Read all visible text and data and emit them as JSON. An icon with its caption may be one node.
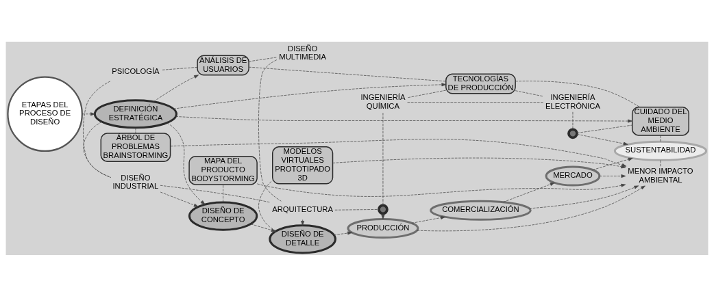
{
  "diagram": {
    "nodes": [
      {
        "text": [
          "ETAPAS DEL PROCESO DE DISEÑO"
        ]
      },
      {
        "text": [
          "DEFINICIÓN ESTRATÉGICA"
        ]
      },
      {
        "text": [
          "DISEÑO DE CONCEPTO"
        ]
      },
      {
        "text": [
          "DISEÑO DE DETALLE"
        ]
      },
      {
        "text": [
          "PRODUCCIÓN"
        ]
      },
      {
        "text": [
          "COMERCIALIZACIÓN"
        ]
      },
      {
        "text": [
          "MERCADO"
        ]
      },
      {
        "text": [
          "SUSTENTABILIDAD"
        ]
      },
      {
        "text": [
          "ÁRBOL DE PROBLEMAS",
          "BRAINSTORMING"
        ]
      },
      {
        "text": [
          "MAPA DEL PRODUCTO",
          "BODYSTORMING"
        ]
      },
      {
        "text": [
          "MODELOS VIRTUALES",
          "PROTOTIPADO 3D"
        ]
      },
      {
        "text": [
          "MENOR IMPACTO AMBIENTAL"
        ]
      },
      {
        "text": [
          "ANÁLISIS DE USUARIOS"
        ]
      },
      {
        "text": [
          "TECNOLOGÍAS DE PRODUCCIÓN"
        ]
      },
      {
        "text": [
          "CUIDADO DEL MEDIO AMBIENTE"
        ]
      },
      {
        "text": [
          "PSICOLOGÍA"
        ]
      },
      {
        "text": [
          "DISEÑO MULTIMEDIA"
        ]
      },
      {
        "text": [
          "DISEÑO INDUSTRIAL"
        ]
      },
      {
        "text": [
          "ARQUITECTURA"
        ]
      },
      {
        "text": [
          "INGENIERÍA QUÍMICA"
        ]
      },
      {
        "text": [
          "INGENIERÍA ELECTRÓNICA"
        ]
      },
      {
        "text": [],
        "shape": "circle"
      },
      {
        "text": [],
        "shape": "circle"
      }
    ],
    "edges": [
      {
        "from": 0,
        "to": 1,
        "arrow": "to"
      },
      {
        "from": 1,
        "to": 2,
        "arrow": "to"
      },
      {
        "from": 2,
        "to": 3,
        "arrow": "to"
      },
      {
        "from": 3,
        "to": 4,
        "arrow": "to"
      },
      {
        "from": 4,
        "to": 5,
        "arrow": "to"
      },
      {
        "from": 5,
        "to": 6,
        "arrow": "to"
      },
      {
        "from": 6,
        "to": 7,
        "arrow": "to"
      },
      {
        "from": 1,
        "to": 8,
        "arrow": "none"
      },
      {
        "from": 2,
        "to": 9,
        "arrow": "none"
      },
      {
        "from": 3,
        "to": 10,
        "arrow": "none"
      },
      {
        "from": 7,
        "to": 11,
        "arrow": "none"
      },
      {
        "from": 8,
        "to": 11,
        "arrow": "to"
      },
      {
        "from": 9,
        "to": 11,
        "arrow": "to"
      },
      {
        "from": 10,
        "to": 11,
        "arrow": "to"
      },
      {
        "from": 4,
        "to": 11,
        "arrow": "to"
      },
      {
        "from": 5,
        "to": 11,
        "arrow": "to"
      },
      {
        "from": 6,
        "to": 11,
        "arrow": "to"
      },
      {
        "from": 1,
        "to": 12,
        "arrow": "to"
      },
      {
        "from": 1,
        "to": 13,
        "arrow": "to"
      },
      {
        "from": 1,
        "to": 14,
        "arrow": "to"
      },
      {
        "from": 12,
        "to": 13,
        "arrow": "none"
      },
      {
        "from": 13,
        "to": 14,
        "arrow": "none"
      },
      {
        "from": 12,
        "to": 15,
        "arrow": "none"
      },
      {
        "from": 12,
        "to": 16,
        "arrow": "none"
      },
      {
        "from": 13,
        "to": 19,
        "arrow": "none"
      },
      {
        "from": 13,
        "to": 20,
        "arrow": "none"
      },
      {
        "from": 15,
        "to": 17,
        "arrow": "none"
      },
      {
        "from": 16,
        "to": 18,
        "arrow": "none"
      },
      {
        "from": 1,
        "to": 17,
        "arrow": "none"
      },
      {
        "from": 17,
        "to": 18,
        "arrow": "none"
      },
      {
        "from": 18,
        "to": 21,
        "arrow": "none"
      },
      {
        "from": 21,
        "to": 19,
        "arrow": "none"
      },
      {
        "from": 19,
        "to": 20,
        "arrow": "none"
      },
      {
        "from": 20,
        "to": 22,
        "arrow": "none"
      },
      {
        "from": 22,
        "to": 14,
        "arrow": "none"
      },
      {
        "from": 14,
        "to": 7,
        "arrow": "none"
      },
      {
        "from": 17,
        "to": 2,
        "arrow": "to"
      },
      {
        "from": 18,
        "to": 3,
        "arrow": "to"
      },
      {
        "from": 21,
        "to": 4,
        "arrow": "to"
      },
      {
        "from": 22,
        "to": 7,
        "arrow": "to"
      }
    ]
  }
}
